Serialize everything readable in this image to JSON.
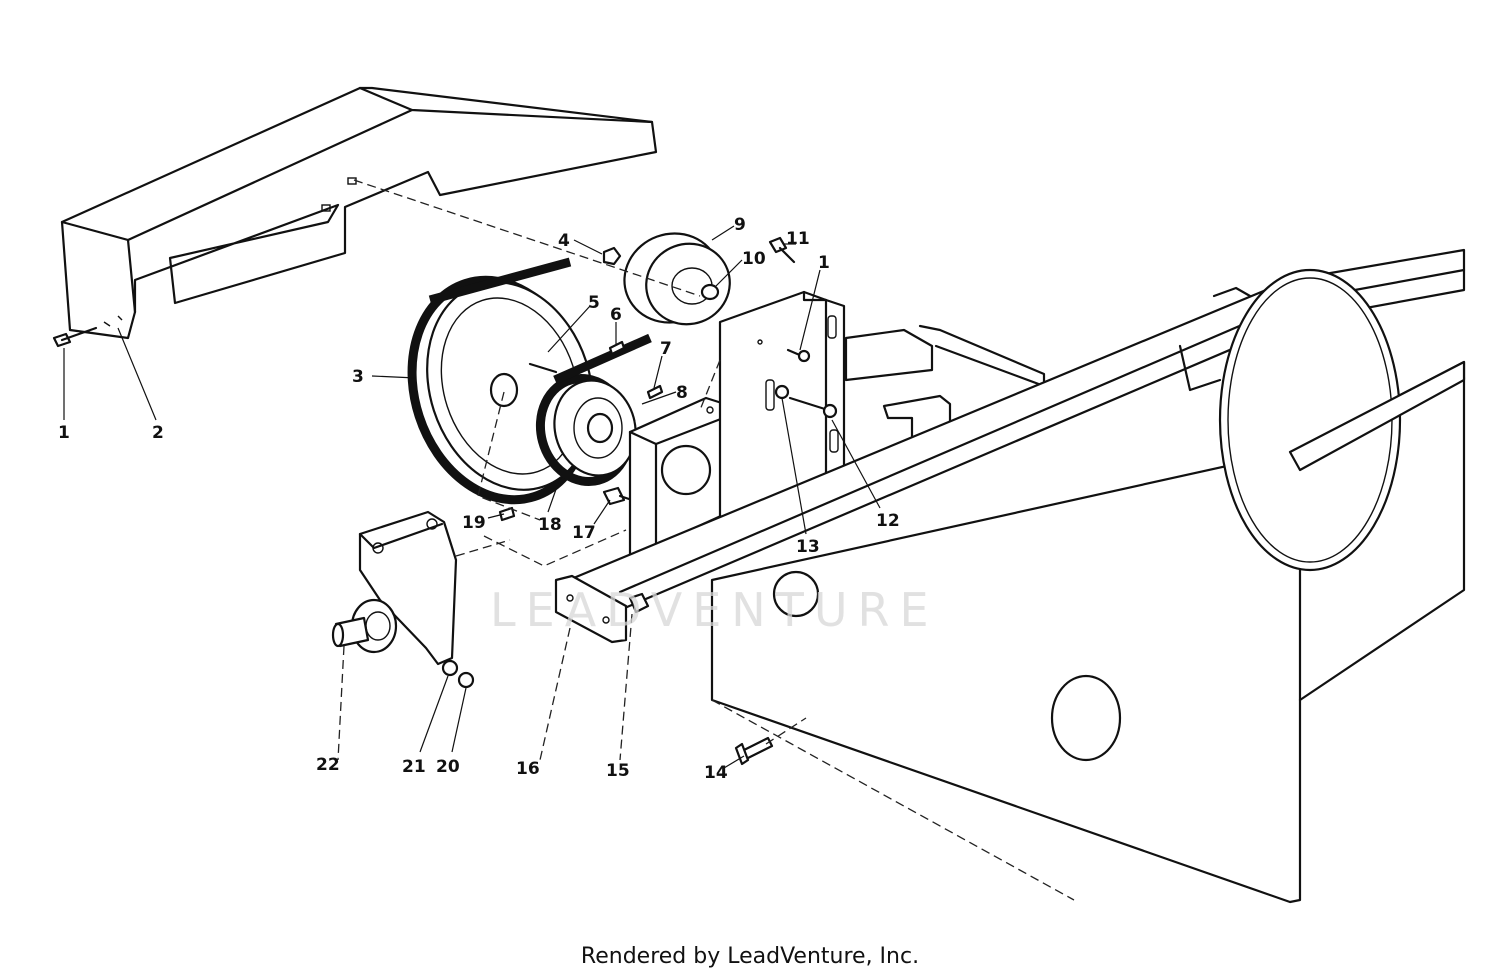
{
  "diagram": {
    "callouts": [
      {
        "id": "c1a",
        "label": "1"
      },
      {
        "id": "c2",
        "label": "2"
      },
      {
        "id": "c3",
        "label": "3"
      },
      {
        "id": "c4",
        "label": "4"
      },
      {
        "id": "c5",
        "label": "5"
      },
      {
        "id": "c6",
        "label": "6"
      },
      {
        "id": "c7",
        "label": "7"
      },
      {
        "id": "c8",
        "label": "8"
      },
      {
        "id": "c9",
        "label": "9"
      },
      {
        "id": "c10",
        "label": "10"
      },
      {
        "id": "c11",
        "label": "11"
      },
      {
        "id": "c1b",
        "label": "1"
      },
      {
        "id": "c12",
        "label": "12"
      },
      {
        "id": "c13",
        "label": "13"
      },
      {
        "id": "c14",
        "label": "14"
      },
      {
        "id": "c15",
        "label": "15"
      },
      {
        "id": "c16",
        "label": "16"
      },
      {
        "id": "c17",
        "label": "17"
      },
      {
        "id": "c18",
        "label": "18"
      },
      {
        "id": "c19",
        "label": "19"
      },
      {
        "id": "c20",
        "label": "20"
      },
      {
        "id": "c21",
        "label": "21"
      },
      {
        "id": "c22",
        "label": "22"
      }
    ],
    "watermark": "LEADVENTURE"
  },
  "footer": {
    "credit": "Rendered by LeadVenture, Inc."
  },
  "colors": {
    "ink": "#111111",
    "background": "#ffffff",
    "watermark": "#d8d8d8"
  }
}
